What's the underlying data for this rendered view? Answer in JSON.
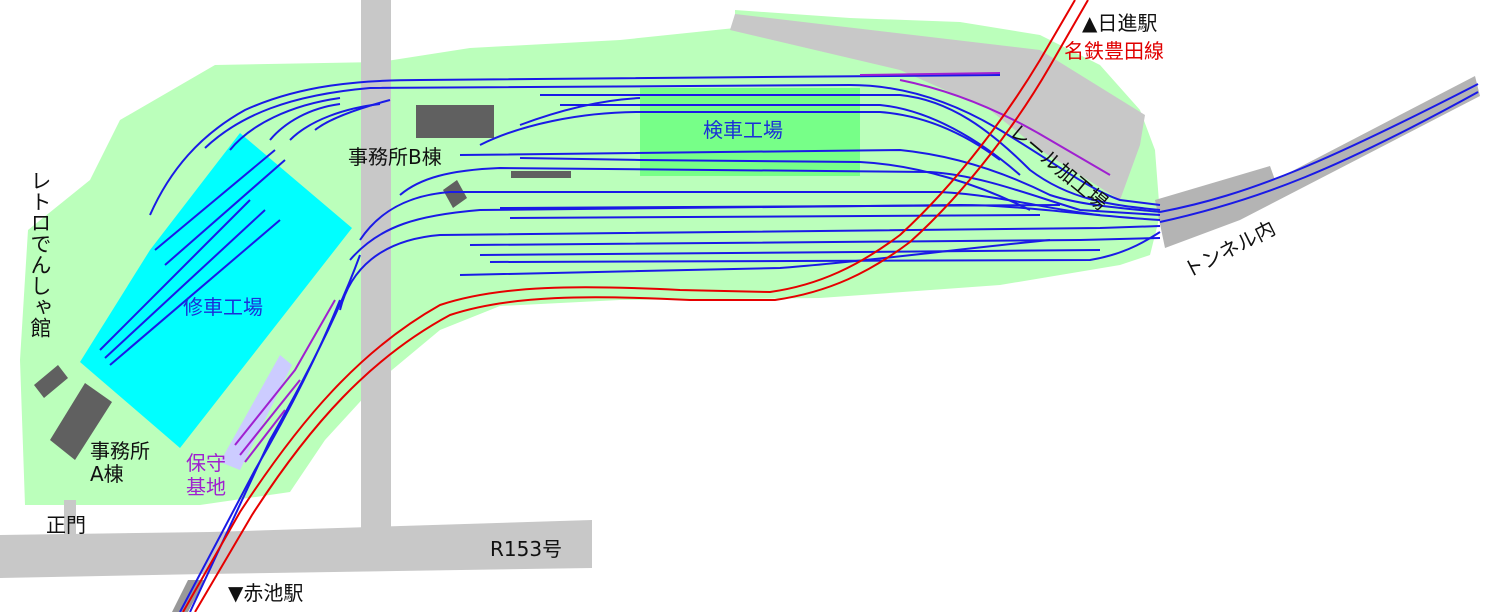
{
  "labels": {
    "retro_museum": "レトロでんしゃ館",
    "repair_shop": "修車工場",
    "inspection_shop": "検車工場",
    "office_b": "事務所B棟",
    "office_a_line1": "事務所",
    "office_a_line2": "A棟",
    "maintenance_line1": "保守",
    "maintenance_line2": "基地",
    "main_gate": "正門",
    "route_153": "R153号",
    "akaike_station": "▼赤池駅",
    "nisshin_station": "▲日進駅",
    "meitetsu_toyota_line": "名鉄豊田線",
    "rail_processing": "レール加工場",
    "tunnel": "トンネル内"
  },
  "colors": {
    "depot_ground": "#bbffbb",
    "repair_shop_fill": "#00ffff",
    "inspection_shop_fill": "#77ff88",
    "maintenance_area": "#ccccff",
    "road_gray": "#c8c8c8",
    "building_dark": "#606060",
    "depot_track": "#0000ee",
    "meitetsu_track": "#ee0000",
    "maintenance_track": "#a020d0"
  }
}
